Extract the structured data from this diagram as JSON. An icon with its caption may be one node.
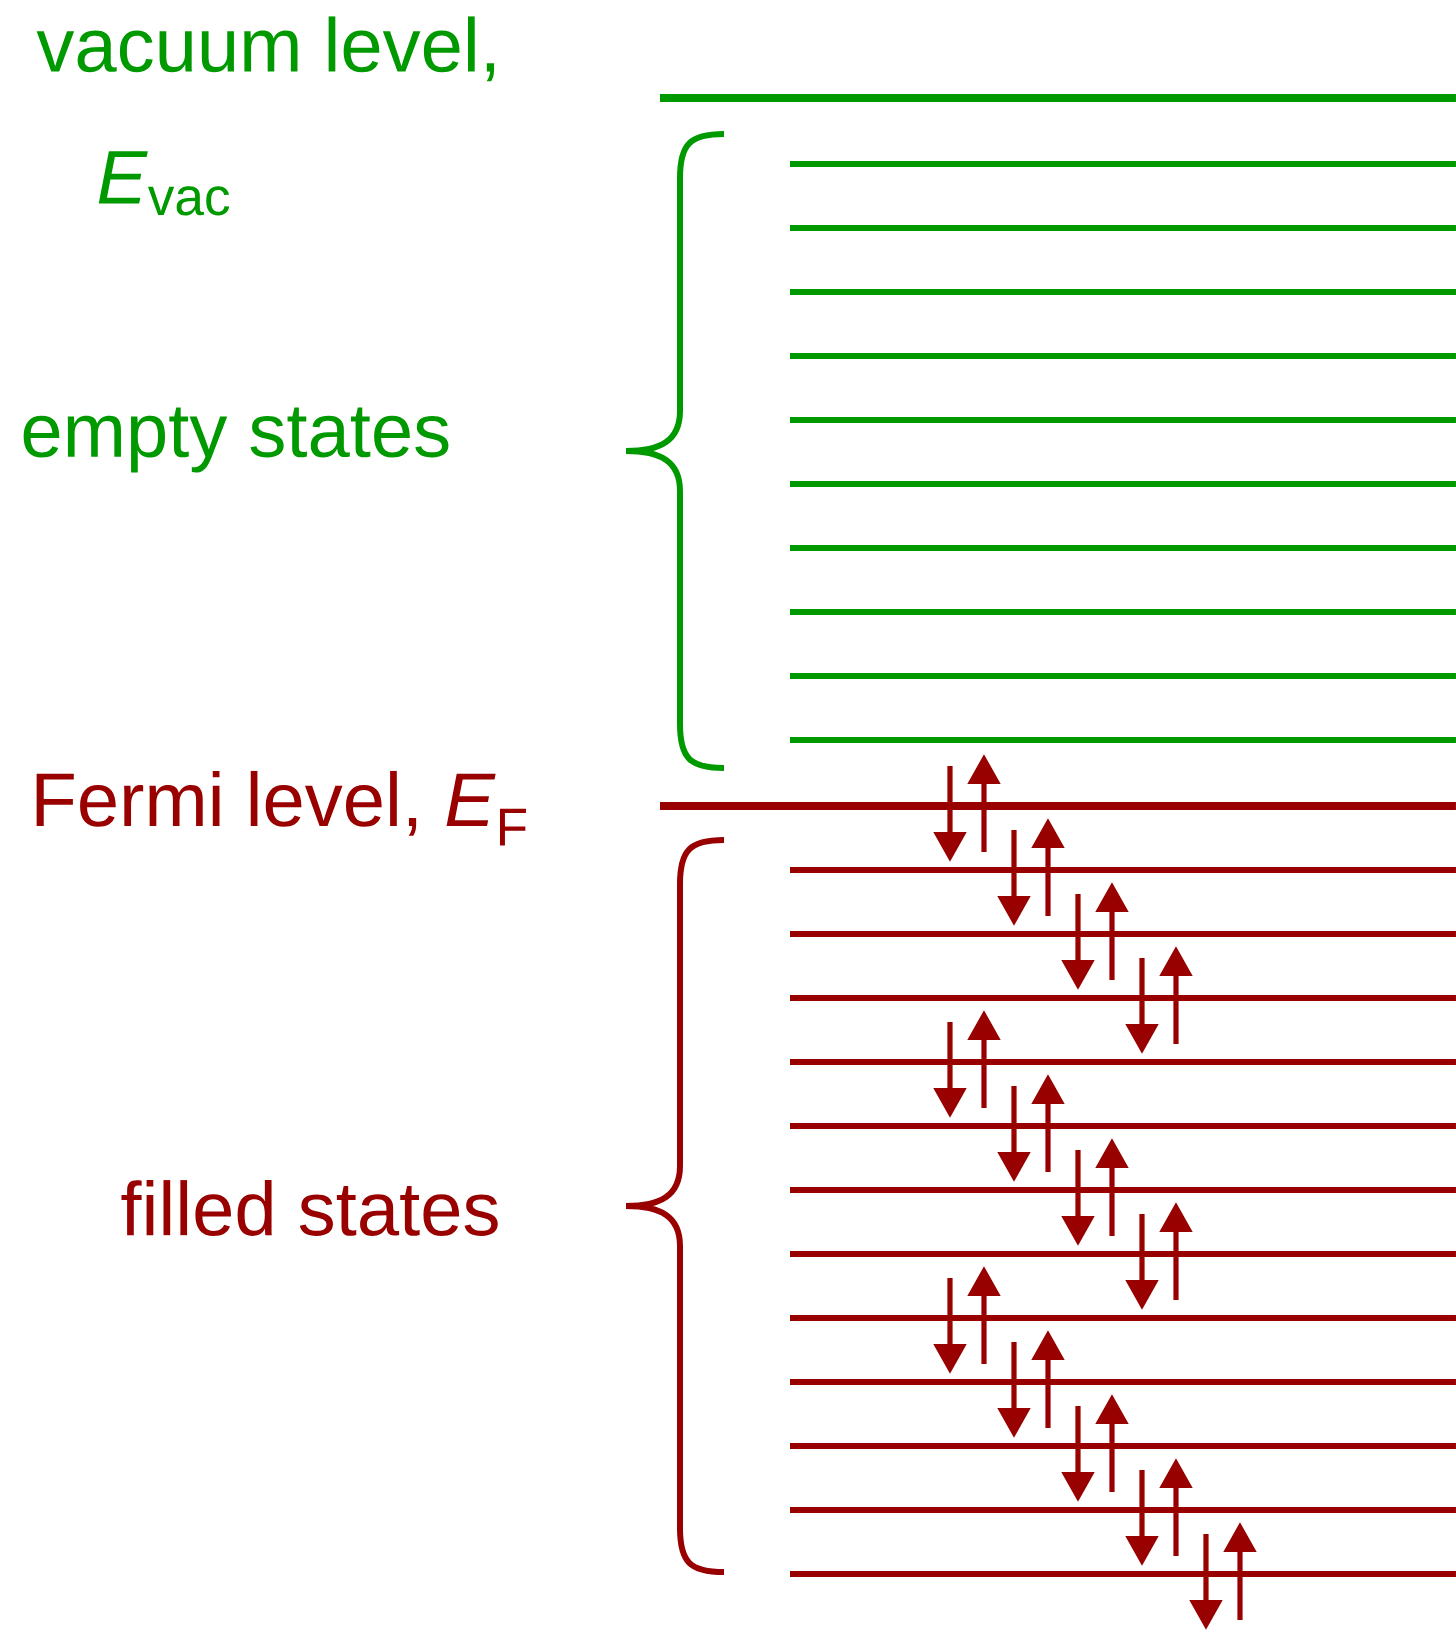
{
  "diagram": {
    "labels": [
      "vacuum level, *E*$_{vac}$",
      "empty states",
      "Fermi level, *E*$_{F}$",
      "filled states"
    ]
  }
}
